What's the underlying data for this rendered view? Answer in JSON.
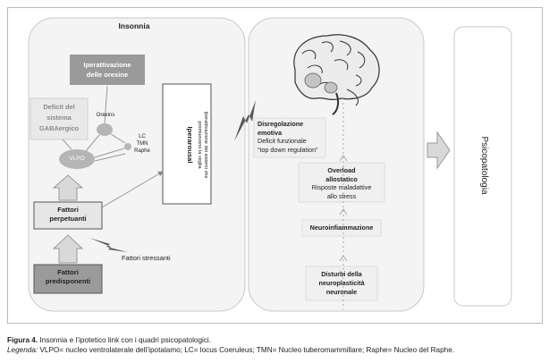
{
  "panels": {
    "left_title": "Insonnia",
    "right_label": "Psicopatologia"
  },
  "left": {
    "iperattivazione": [
      "Iperattivazione",
      "delle orexine"
    ],
    "deficit": [
      "Deficit del",
      "sistema",
      "GABAergico"
    ],
    "orexins": "Orexins",
    "vlpo": "VLPO",
    "lc_tmn_raphe": [
      "LC",
      "TMN",
      "Raphe"
    ],
    "iperarousal_title": "Iperarousal",
    "iperarousal_sub": [
      "Iperattivazione dei sistemi che",
      "promuovono la veglia"
    ],
    "perpetuanti": [
      "Fattori",
      "perpetuanti"
    ],
    "stressanti": "Fattori stressanti",
    "predisponenti": [
      "Fattori",
      "predisponenti"
    ]
  },
  "middle": {
    "disregolazione": [
      "Disregolazione",
      "emotiva"
    ],
    "deficit_funzionale": [
      "Deficit funzionale",
      "“top down regulation”"
    ],
    "overload": [
      "Overload",
      "allostatico"
    ],
    "risposte": [
      "Risposte maladattive",
      "allo stress"
    ],
    "neuroinfiammazione": "Neuroinfiammazione",
    "disturbi": [
      "Disturbi della",
      "neuroplasticità",
      "neuronale"
    ]
  },
  "caption": {
    "fig_label": "Figura 4.",
    "fig_text": "Insonnia e l’ipotetico link con i quadri psicopatologici.",
    "legend_label": "Legenda:",
    "legend_text": "VLPO= nucleo ventrolaterale dell’ipotalamo; LC= locus Coeruleus; TMN= Nucleo tuberomammillare; Raphe= Nucleo del Raphe."
  },
  "colors": {
    "panel_border": "#c8c8c8",
    "grey_box": "#9a9a9a",
    "light_box": "#e9e9e9",
    "node_grey": "#b5b5b5",
    "arrow_grey": "#c9c9c9",
    "lightning": "#5a5a5a"
  }
}
